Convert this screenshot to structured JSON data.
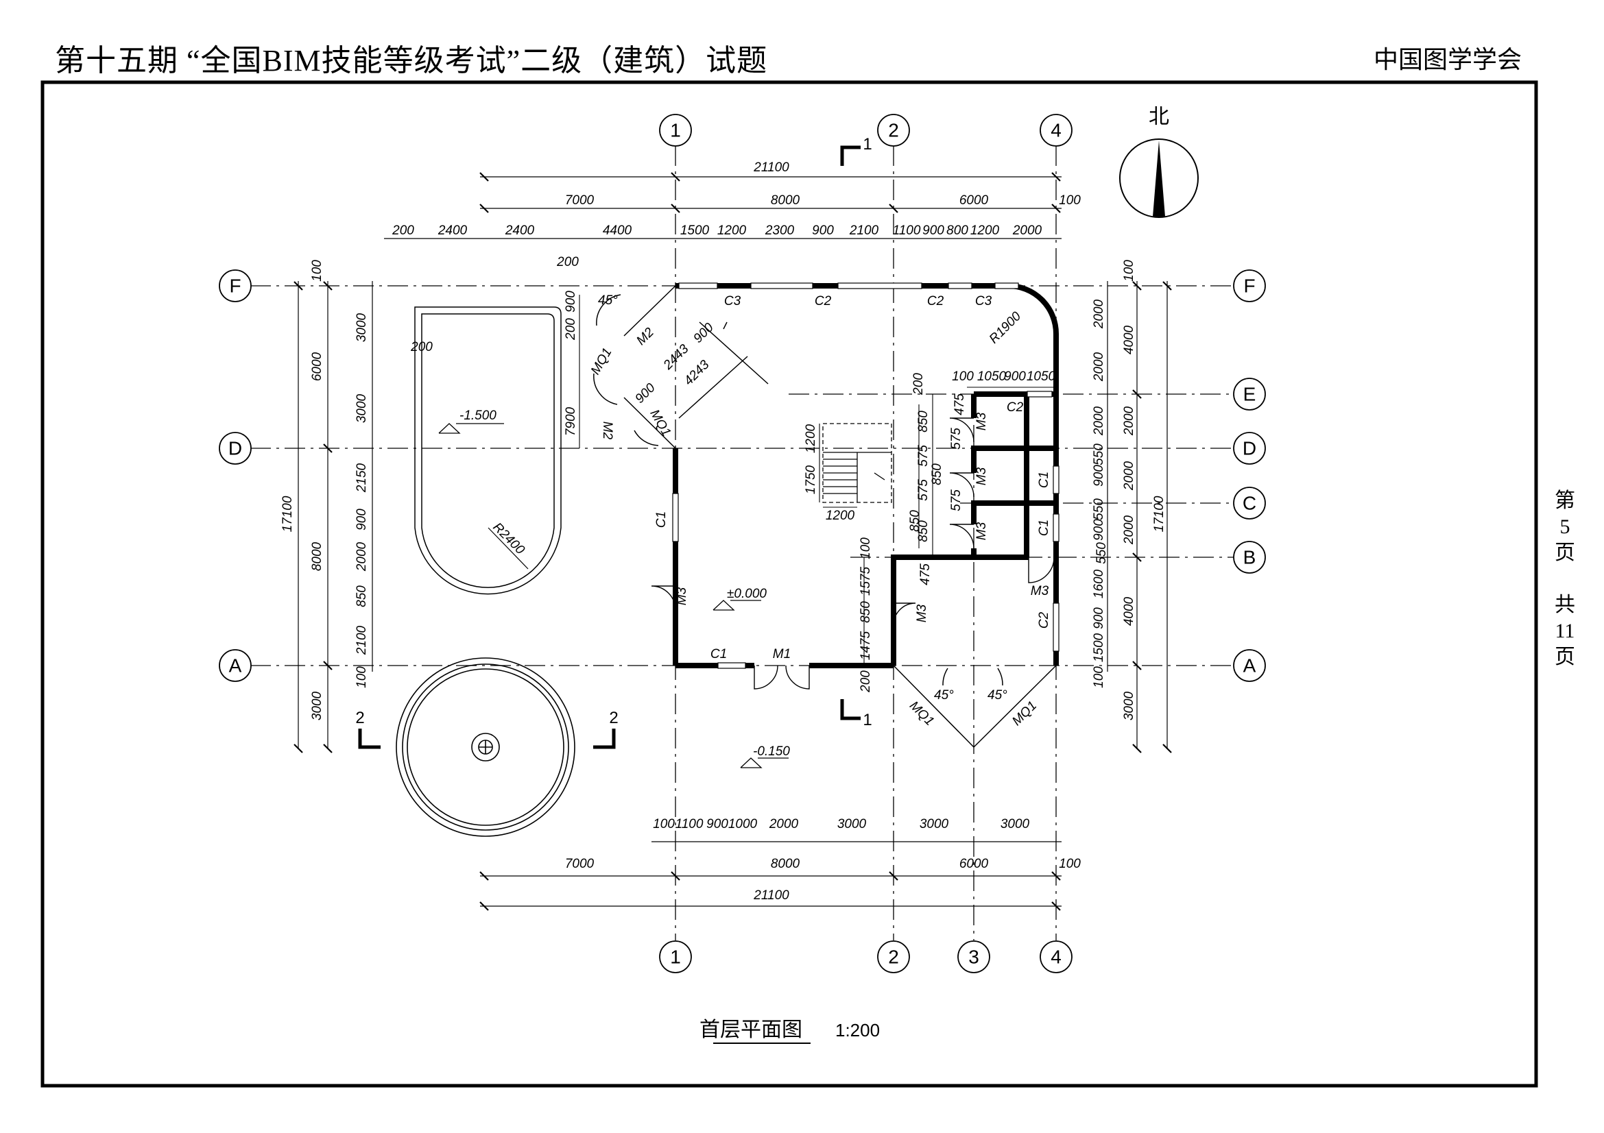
{
  "header": {
    "title": "第十五期 “全国BIM技能等级考试”二级（建筑）试题",
    "organization": "中国图学学会"
  },
  "page_note": [
    "第",
    "5",
    "页",
    "共",
    "11",
    "页"
  ],
  "drawing": {
    "title": "首层平面图",
    "scale": "1:200",
    "north_label": "北",
    "axes_vertical": [
      "1",
      "2",
      "3",
      "4"
    ],
    "axes_horizontal": [
      "F",
      "E",
      "D",
      "C",
      "B",
      "A"
    ],
    "section_marks": [
      "1",
      "1",
      "2",
      "2"
    ],
    "elevations": [
      "-1.500",
      "±0.000",
      "-0.150"
    ],
    "top_dims": {
      "overall": "21100",
      "bays": [
        "7000",
        "8000",
        "6000",
        "100"
      ],
      "details": [
        "200",
        "2400",
        "2400",
        "4400",
        "1500",
        "1200",
        "2300",
        "900",
        "2100",
        "1100",
        "900",
        "800",
        "1200",
        "2000",
        "200"
      ]
    },
    "bottom_dims": {
      "details": [
        "100",
        "1100",
        "900",
        "1000",
        "2000",
        "3000",
        "3000",
        "3000"
      ],
      "bays": [
        "7000",
        "8000",
        "6000",
        "100"
      ],
      "overall": "21100"
    },
    "left_dims": {
      "overall": "17100",
      "segments": [
        "6000",
        "8000",
        "3000"
      ],
      "details": [
        "3000",
        "3000",
        "2150",
        "900",
        "2000",
        "850",
        "2100",
        "100",
        "100"
      ]
    },
    "right_dims": {
      "overall": "17100",
      "segments": [
        "4000",
        "2000",
        "2000",
        "2000",
        "4000",
        "3000"
      ],
      "details": [
        "100",
        "2000",
        "2000",
        "2000",
        "550",
        "900",
        "550",
        "900",
        "550",
        "1600",
        "900",
        "1500",
        "100"
      ]
    },
    "interior_dims": [
      "900",
      "200",
      "2443",
      "4243",
      "900",
      "900",
      "7900",
      "1200",
      "1750",
      "1200",
      "850",
      "575",
      "575",
      "850",
      "575",
      "575",
      "850",
      "100",
      "1050",
      "900",
      "1050",
      "200",
      "475",
      "850",
      "100",
      "1575",
      "850",
      "1475",
      "200",
      "475",
      "200"
    ],
    "radius_labels": [
      "R1900",
      "R2400"
    ],
    "angle_labels": [
      "45°",
      "45°",
      "45°"
    ],
    "door_window_tags": [
      "C3",
      "C2",
      "C2",
      "C3",
      "C2",
      "C1",
      "C1",
      "C1",
      "C1",
      "C2",
      "M1",
      "M2",
      "M2",
      "M3",
      "M3",
      "M3",
      "M3",
      "M3",
      "M3",
      "MQ1",
      "MQ1",
      "MQ1",
      "MQ1"
    ]
  }
}
